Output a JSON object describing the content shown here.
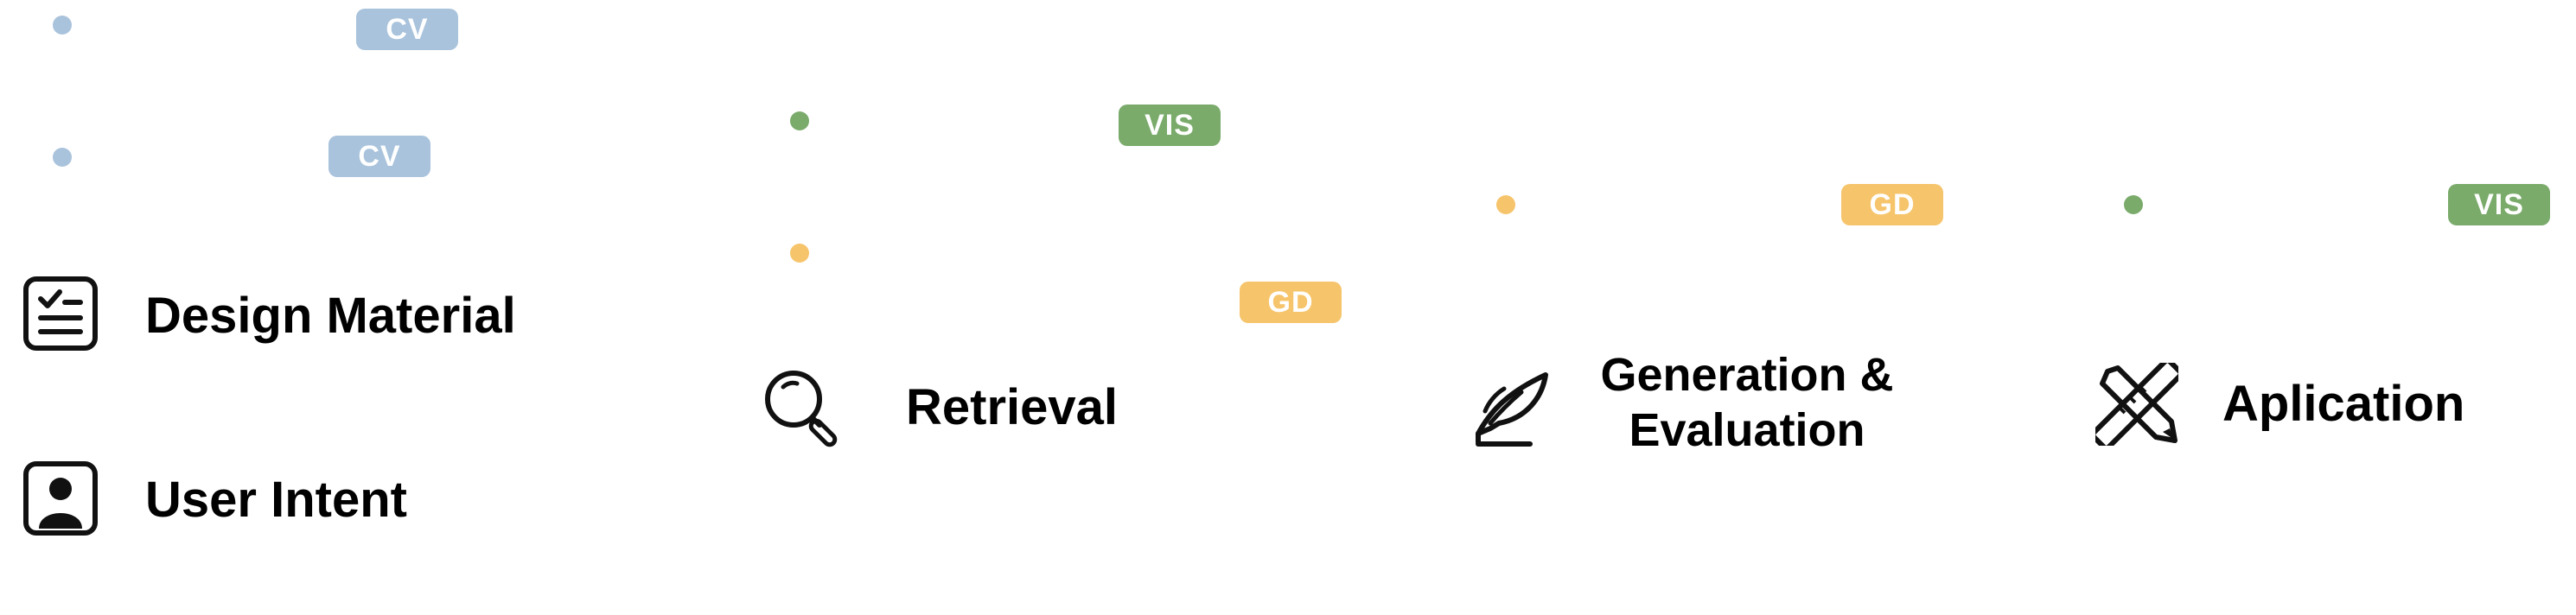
{
  "colors": {
    "cv": "#a9c3dc",
    "vis": "#7aab6b",
    "gd": "#f6c46b",
    "icon": "#111111"
  },
  "tags": {
    "cv1": "CV",
    "cv2": "CV",
    "vis1": "VIS",
    "gd1": "GD",
    "gd2": "GD",
    "vis2": "VIS"
  },
  "stages": {
    "design_material": {
      "label": "Design Material",
      "icon": "checklist-icon"
    },
    "user_intent": {
      "label": "User Intent",
      "icon": "user-portrait-icon"
    },
    "retrieval": {
      "label": "Retrieval",
      "icon": "magnifier-icon"
    },
    "generation": {
      "label_line1": "Generation &",
      "label_line2": "Evaluation",
      "icon": "quill-pen-icon"
    },
    "application": {
      "label": "Aplication",
      "icon": "pencil-ruler-icon"
    }
  }
}
